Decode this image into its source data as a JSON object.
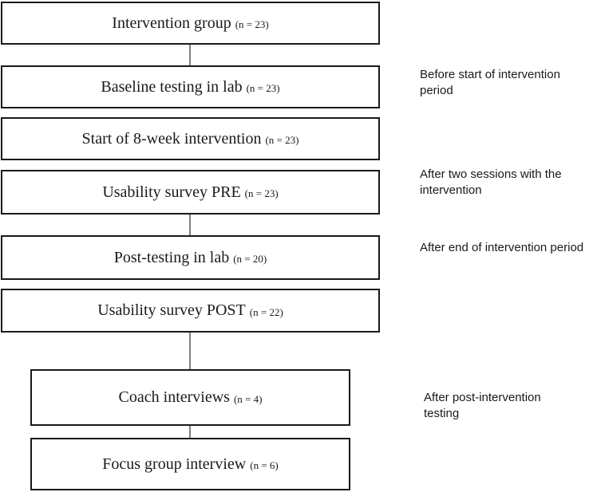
{
  "boxes": [
    {
      "label": "Intervention group",
      "n": "(n = 23)"
    },
    {
      "label": "Baseline testing in lab",
      "n": "(n = 23)"
    },
    {
      "label": "Start of 8-week intervention",
      "n": "(n = 23)"
    },
    {
      "label": "Usability survey PRE",
      "n": "(n = 23)"
    },
    {
      "label": "Post-testing in lab",
      "n": "(n = 20)"
    },
    {
      "label": "Usability survey POST",
      "n": "(n = 22)"
    },
    {
      "label": "Coach interviews",
      "n": "(n = 4)"
    },
    {
      "label": "Focus group interview",
      "n": "(n = 6)"
    }
  ],
  "notes": [
    {
      "lines": [
        "Before start of intervention",
        "period"
      ]
    },
    {
      "lines": [
        "After two sessions with the",
        "intervention"
      ]
    },
    {
      "lines": [
        "After end of intervention period"
      ]
    },
    {
      "lines": [
        "After post-intervention",
        "testing"
      ]
    }
  ]
}
